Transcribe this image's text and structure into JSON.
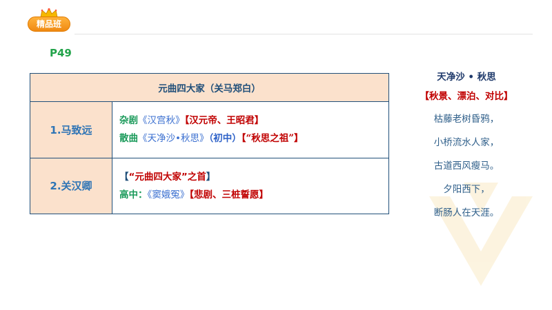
{
  "header": {
    "badge_label": "精品班",
    "page_number": "P49"
  },
  "table": {
    "title": "元曲四大家（关马郑白）",
    "rows": [
      {
        "name": "1.马致远",
        "line1": {
          "genre": "杂剧",
          "work": "《汉宫秋》",
          "tag": "【汉元帝、王昭君】"
        },
        "line2": {
          "genre": "散曲",
          "work": "《天净沙•秋思》",
          "level": "（初中）",
          "tag": "【“秋思之祖”】"
        }
      },
      {
        "name": "2.关汉卿",
        "line1": {
          "tag_open": "【",
          "tag_text": "“元曲四大家”之首",
          "tag_close": "】"
        },
        "line2": {
          "level": "高中：",
          "work": "《窦娥冤》",
          "tag": "【悲剧、三桩誓愿】"
        }
      }
    ]
  },
  "poem": {
    "title": "天净沙 • 秋思",
    "tag": "【秋景、漂泊、对比】",
    "lines": [
      "枯藤老树昏鸦，",
      "小桥流水人家，",
      "古道西风瘦马。",
      "夕阳西下，",
      "断肠人在天涯。"
    ]
  },
  "colors": {
    "accent_green": "#22a34a",
    "header_fill": "#fbe1cc",
    "table_border": "#1f4e79",
    "red": "#c00000",
    "badge_orange": "#f08a12"
  },
  "icons": [
    "crown-icon",
    "watermark-logo-icon"
  ]
}
